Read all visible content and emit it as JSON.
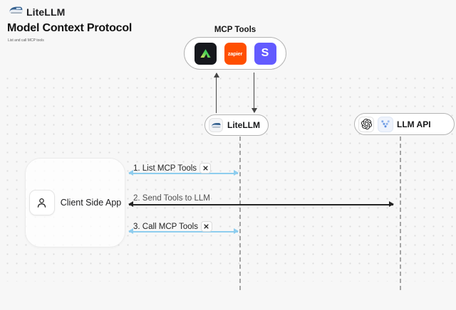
{
  "header": {
    "brand": "LiteLLM",
    "title": "Model Context Protocol",
    "subtitle": "List and call MCP tools"
  },
  "mcp": {
    "label": "MCP Tools",
    "tools": [
      {
        "name": "vanta",
        "text": ""
      },
      {
        "name": "zapier",
        "text": "zapier"
      },
      {
        "name": "stripe",
        "text": "S"
      }
    ]
  },
  "nodes": {
    "litellm": "LiteLLM",
    "llm_api": "LLM API",
    "client": "Client Side App"
  },
  "messages": [
    {
      "label": "1. List MCP Tools",
      "tool_icon": true
    },
    {
      "label": "2. Send Tools to LLM",
      "tool_icon": false
    },
    {
      "label": "3. Call MCP Tools",
      "tool_icon": true
    }
  ],
  "colors": {
    "canvas_bg": "#f7f7f7",
    "blue_arrow": "#8ecdee",
    "dark_arrow": "#242424",
    "zapier": "#ff4f00",
    "stripe": "#635bff",
    "vanta_bg": "#16181d"
  }
}
